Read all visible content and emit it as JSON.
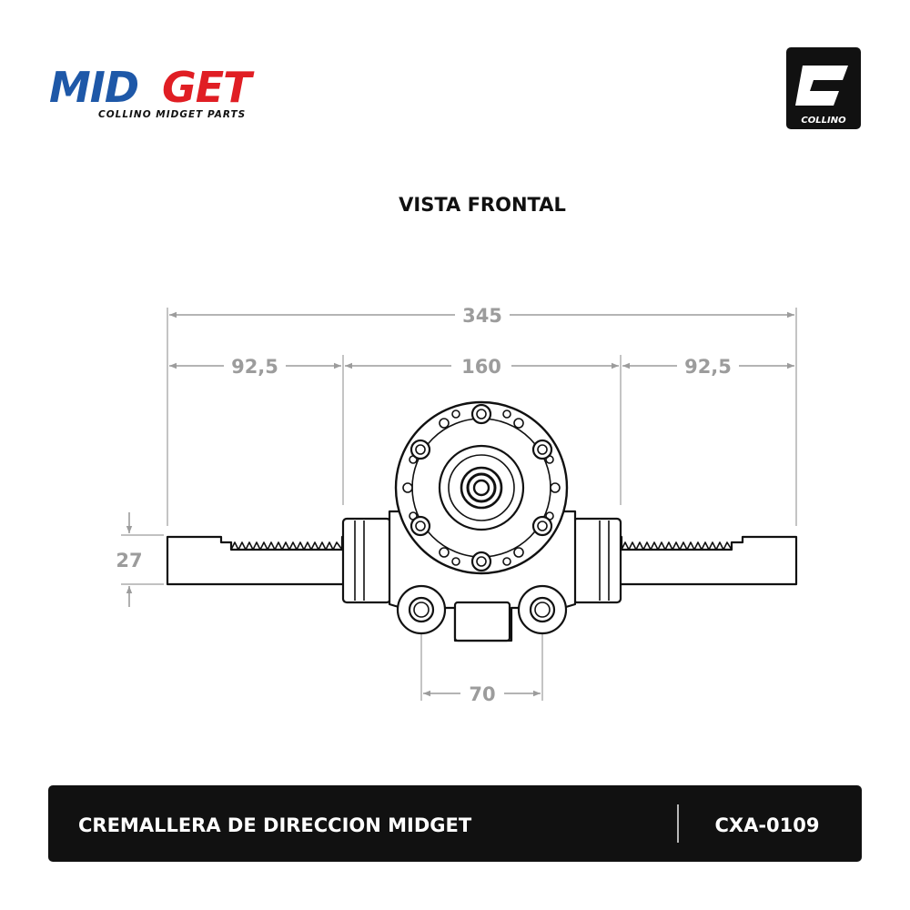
{
  "brand": {
    "logo_word_1": "MID",
    "logo_word_2": "GET",
    "tagline": "COLLINO MIDGET PARTS",
    "color_blue": "#1e58a8",
    "color_red": "#e01e24"
  },
  "badge": {
    "text": "COLLINO",
    "color_bg": "#111111"
  },
  "view_title": "VISTA FRONTAL",
  "dimensions": {
    "overall": "345",
    "left": "92,5",
    "center": "160",
    "right": "92,5",
    "height": "27",
    "mount_spacing": "70"
  },
  "footer": {
    "product_name": "CREMALLERA DE DIRECCION MIDGET",
    "part_code": "CXA-0109",
    "color_bg": "#111111"
  },
  "colors": {
    "dimension_line": "#9c9c9c",
    "drawing_line": "#111111"
  }
}
